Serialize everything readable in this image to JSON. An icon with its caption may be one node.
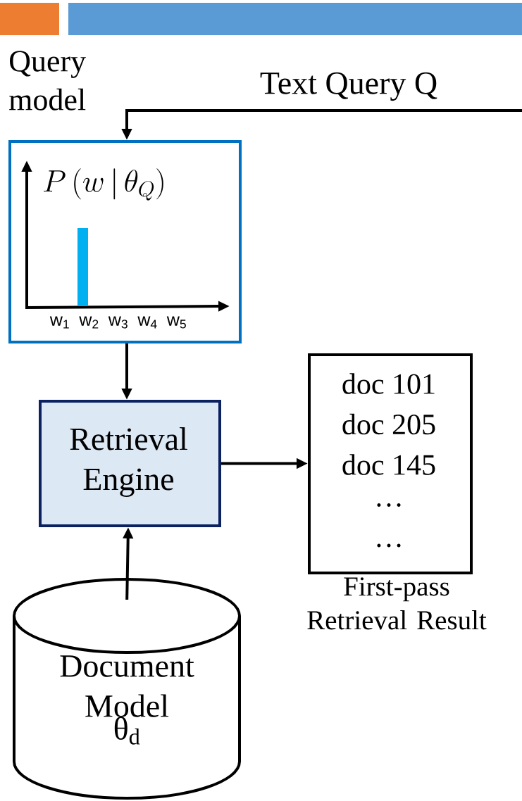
{
  "diagram": {
    "nodes": [
      {
        "text": [
          "Query model",
          "P\\left(w\\,|\\,\\theta_{Q}\\right)",
          "w$_{1}$",
          "w$_{2}$",
          "w$_{3}$",
          "w$_{4}$",
          "w$_{5}$"
        ]
      },
      {
        "text": [
          "Retrieval Engine"
        ]
      },
      {
        "text": [
          "doc 101",
          "doc 205",
          "doc 145",
          "…",
          "…"
        ],
        "beside": [
          "First-pass Retrieval Result"
        ]
      },
      {
        "text": [
          "Document Model",
          "θ$_{d}$"
        ]
      }
    ],
    "edges": [
      {
        "from": null,
        "to": 0,
        "arrow": "to",
        "label": "Text Query Q"
      },
      {
        "from": 0,
        "to": 1,
        "arrow": "to"
      },
      {
        "from": 1,
        "to": 2,
        "arrow": "to"
      },
      {
        "from": 3,
        "to": 1,
        "arrow": "to"
      }
    ]
  }
}
